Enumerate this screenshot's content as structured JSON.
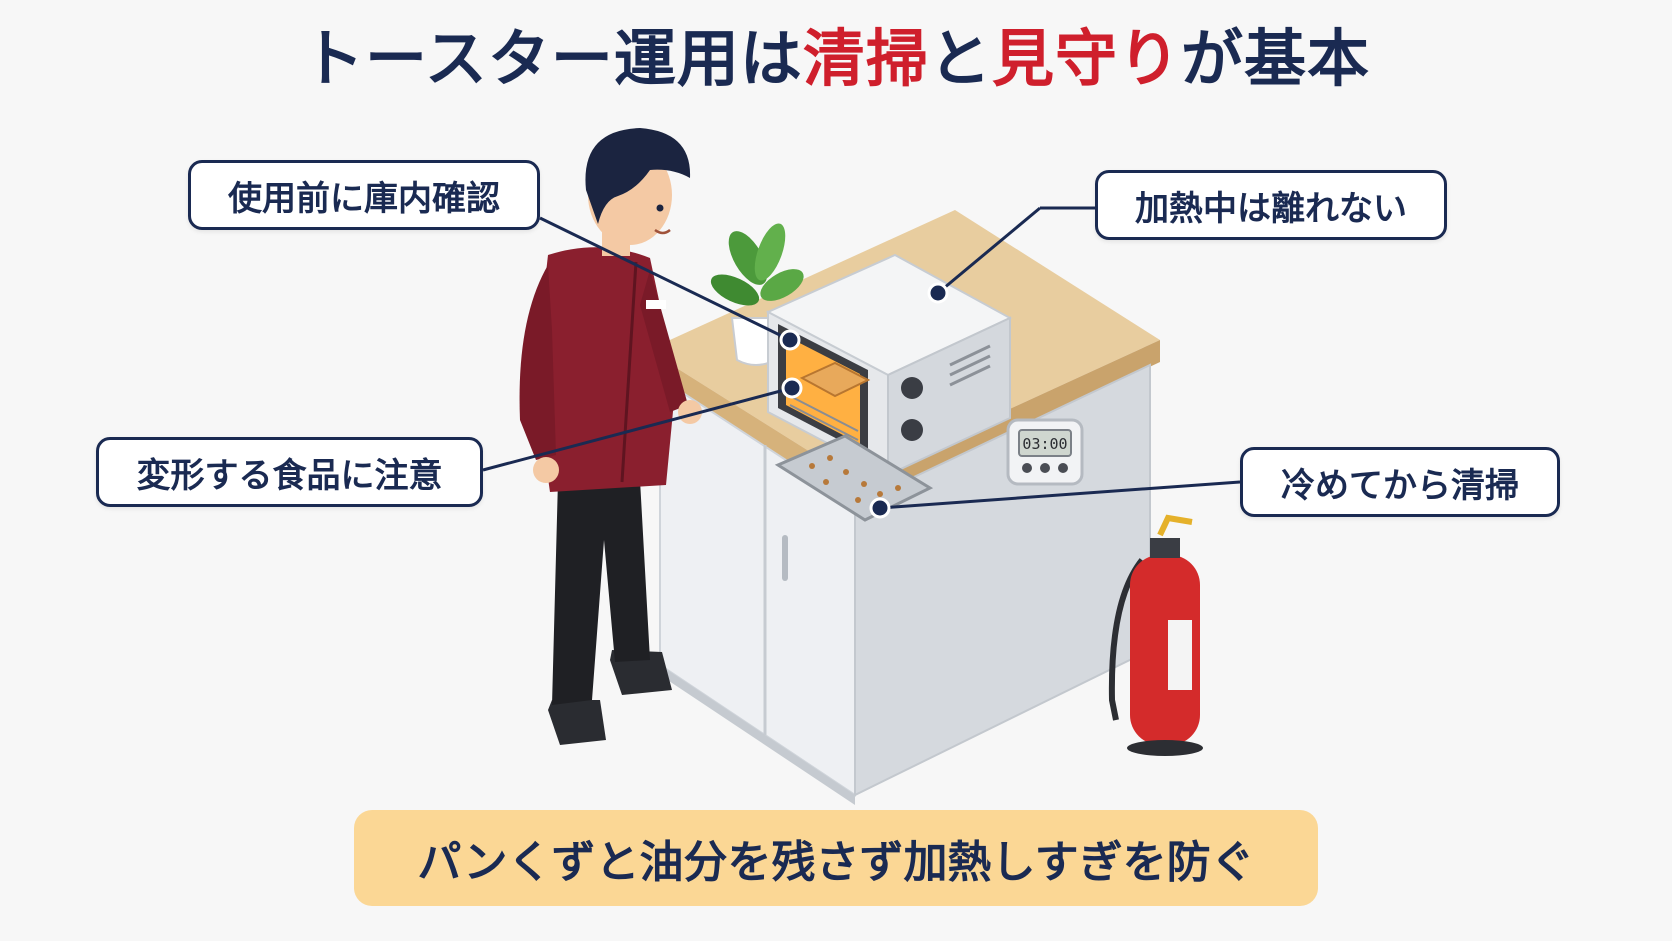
{
  "title": {
    "part1": "トースター運用は",
    "highlight1": "清掃",
    "part2": "と",
    "highlight2": "見守り",
    "part3": "が基本"
  },
  "callouts": {
    "check_inside": "使用前に庫内確認",
    "stay_near": "加熱中は離れない",
    "deforming_food": "変形する食品に注意",
    "cool_then_clean": "冷めてから清掃"
  },
  "timer_display": "03:00",
  "banner": "パンくずと油分を残さず加熱しすぎを防ぐ",
  "colors": {
    "navy": "#1a2a52",
    "red_accent": "#cf1f2c",
    "banner_bg": "#fbd795",
    "jacket": "#8a1f2e",
    "counter_top": "#e5c79b",
    "extinguisher": "#d42b2b"
  }
}
